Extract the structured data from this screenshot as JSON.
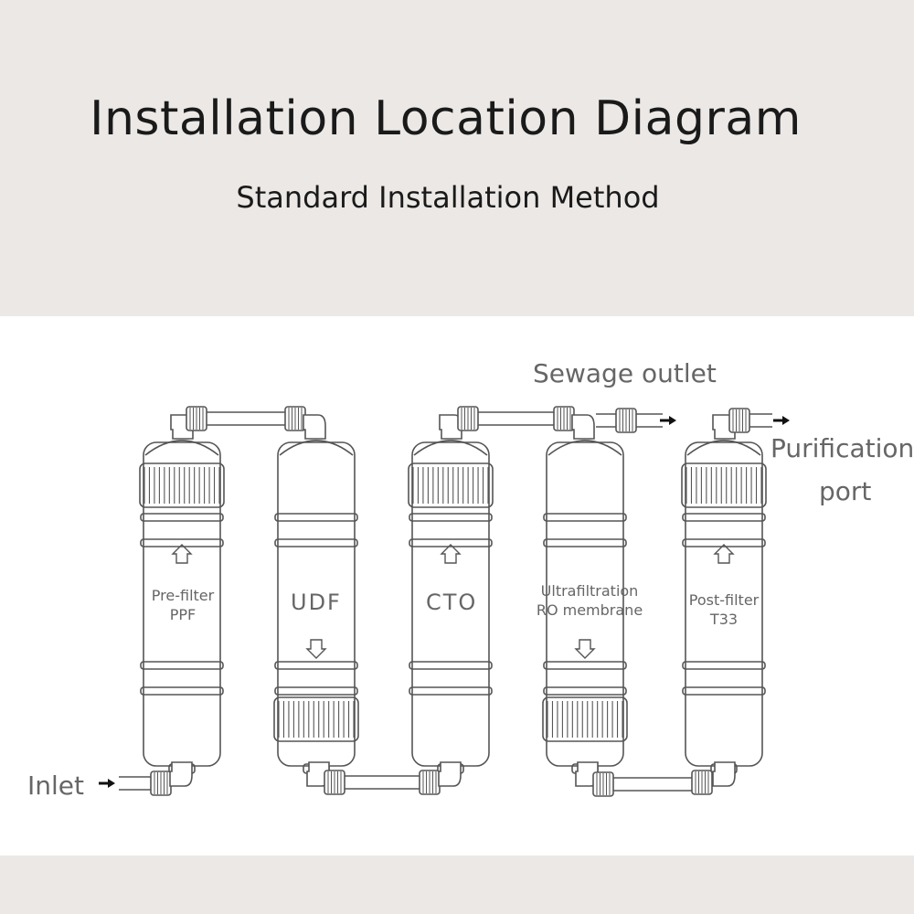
{
  "header": {
    "title": "Installation Location Diagram",
    "subtitle": "Standard Installation Method"
  },
  "labels": {
    "sewage_outlet": "Sewage outlet",
    "purification_line1": "Purification",
    "purification_line2": "port",
    "inlet": "Inlet"
  },
  "filters": [
    {
      "line1": "Pre-filter",
      "line2": "PPF",
      "flow": "up"
    },
    {
      "line1": "UDF",
      "line2": "",
      "flow": "down"
    },
    {
      "line1": "CTO",
      "line2": "",
      "flow": "up"
    },
    {
      "line1": "Ultrafiltration",
      "line2": "RO membrane",
      "flow": "down"
    },
    {
      "line1": "Post-filter",
      "line2": "T33",
      "flow": "up"
    }
  ],
  "colors": {
    "line": "#555555",
    "top_background": "#ece8e6",
    "panel_background": "#ffffff"
  }
}
